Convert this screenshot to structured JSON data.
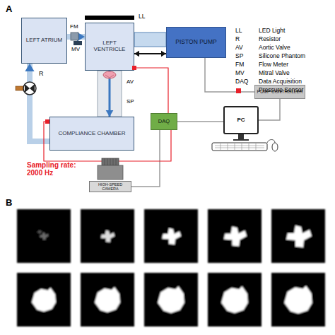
{
  "diagram": {
    "nodes": [
      {
        "text": [
          "LEFT ATRIUM"
        ]
      },
      {
        "text": [
          "LEFT VENTRICLE"
        ]
      },
      {
        "text": [
          "PISTON PUMP"
        ]
      },
      {
        "text": [
          "PUMP CONTROLLER"
        ]
      },
      {
        "text": [
          "COMPLIANCE CHAMBER"
        ]
      },
      {
        "text": [
          "DAQ"
        ]
      },
      {
        "text": [
          "PC"
        ]
      },
      {
        "text": [
          "HIGH-SPEED CAMERA"
        ]
      }
    ],
    "edges": [
      {
        "from": 0,
        "to": 1,
        "arrow": "to"
      },
      {
        "from": 1,
        "to": 4,
        "arrow": "to"
      },
      {
        "from": 4,
        "to": 0,
        "arrow": "to"
      },
      {
        "from": 1,
        "to": 2,
        "arrow": "both"
      },
      {
        "from": 2,
        "to": 3,
        "arrow": "none"
      },
      {
        "from": 3,
        "to": 6,
        "arrow": "none"
      },
      {
        "from": 5,
        "to": 6,
        "arrow": "none"
      },
      {
        "from": 5,
        "to": 7,
        "arrow": "none"
      },
      {
        "from": 1,
        "to": 5,
        "arrow": "none"
      },
      {
        "from": 4,
        "to": 5,
        "arrow": "none"
      }
    ],
    "labels": [
      "A",
      "LL",
      "FM",
      "MV",
      "R",
      "AV",
      "SP",
      "LL",
      "R",
      "AV",
      "SP",
      "FM",
      "MV",
      "DAQ",
      "Sampling rate: 2000 Hz",
      "B"
    ],
    "legend": [
      {
        "text": "LED Light"
      },
      {
        "text": "Resistor"
      },
      {
        "text": "Aortic Valve"
      },
      {
        "text": "Silicone Phantom"
      },
      {
        "text": "Flow Meter"
      },
      {
        "text": "Mitral Valve"
      },
      {
        "text": "Data Acquisition"
      },
      {
        "text": "Pressure Sensor",
        "color": "#e8202a"
      }
    ]
  }
}
